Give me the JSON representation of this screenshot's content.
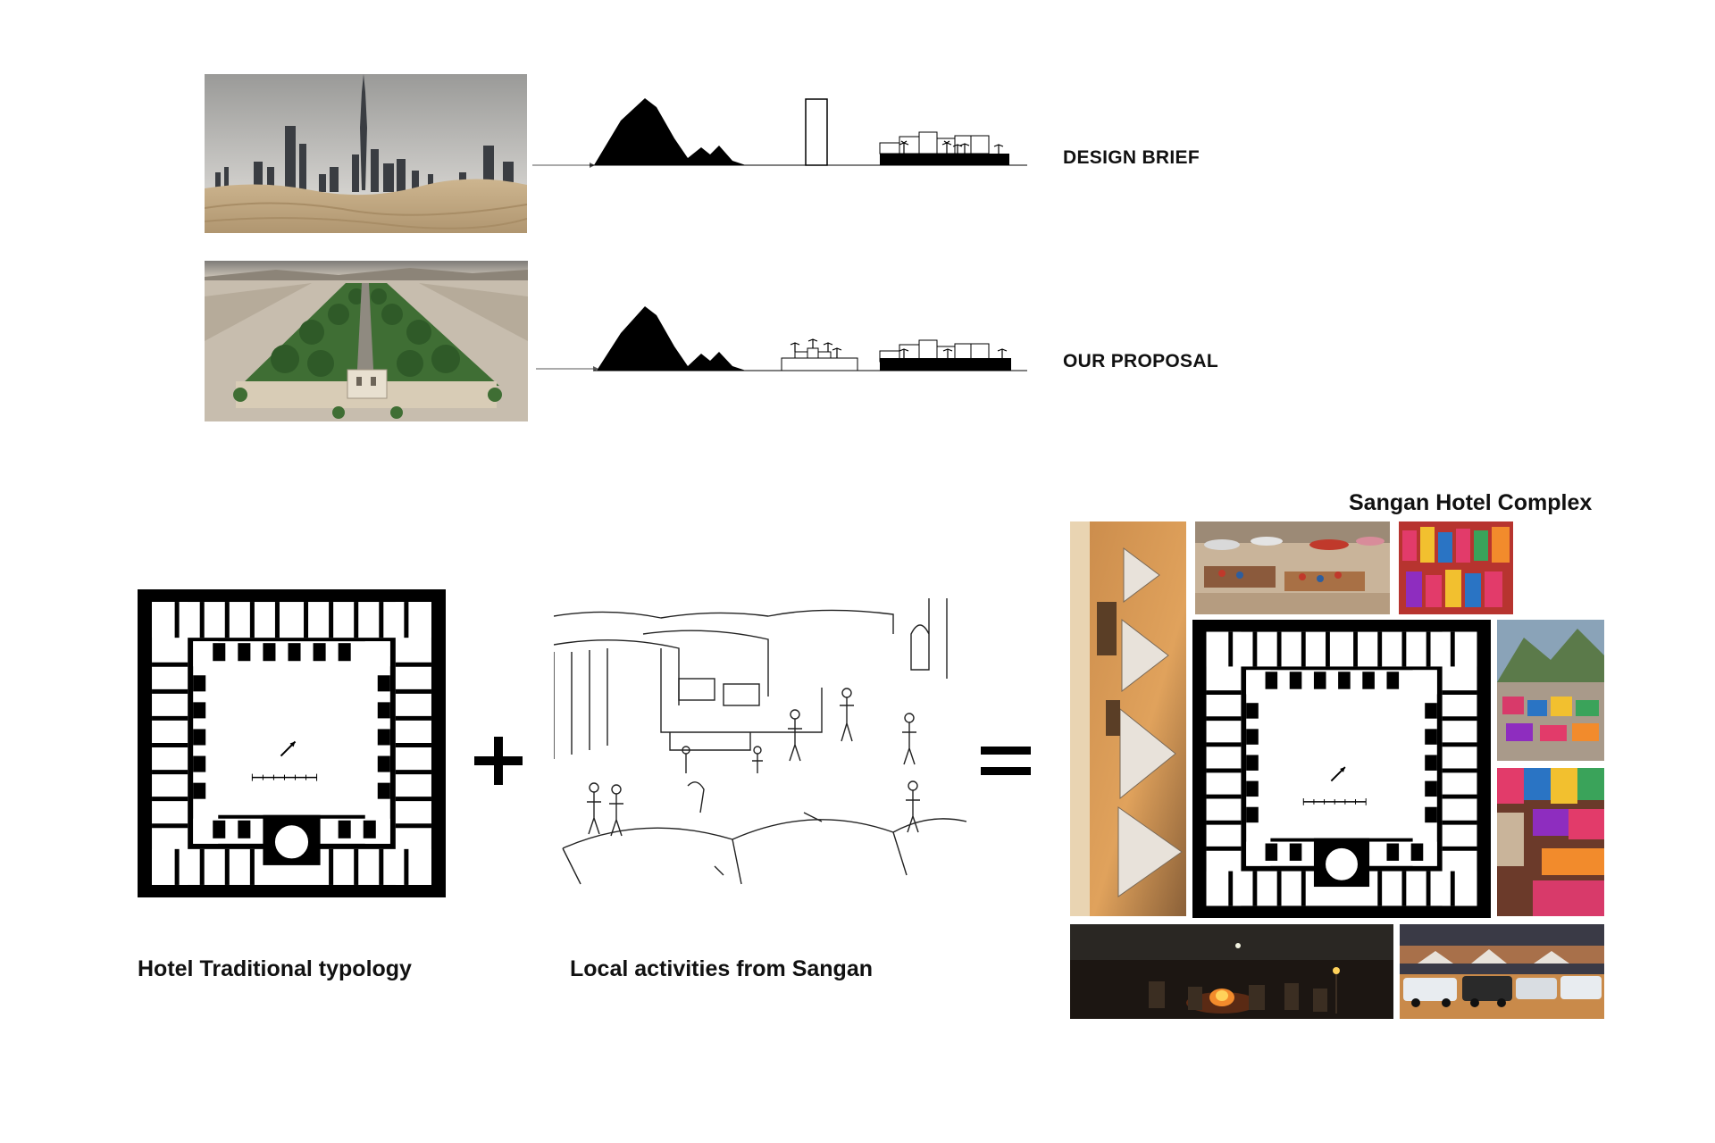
{
  "rows": [
    {
      "label": "DESIGN BRIEF"
    },
    {
      "label": "OUR PROPOSAL"
    }
  ],
  "captions": {
    "typology": "Hotel Traditional typology",
    "activities": "Local activities from Sangan",
    "result": "Sangan Hotel Complex"
  },
  "operators": {
    "plus": "+",
    "equals": "="
  },
  "icons": [
    "arrow-icon",
    "plus-icon",
    "equals-icon",
    "north-arrow-icon",
    "palm-tree-icon"
  ],
  "colors": {
    "ink": "#000000",
    "sand": "#d9c3a0",
    "sky": "#d8d8d8",
    "greenery": "#3f6e34",
    "night": "#1c1612"
  }
}
